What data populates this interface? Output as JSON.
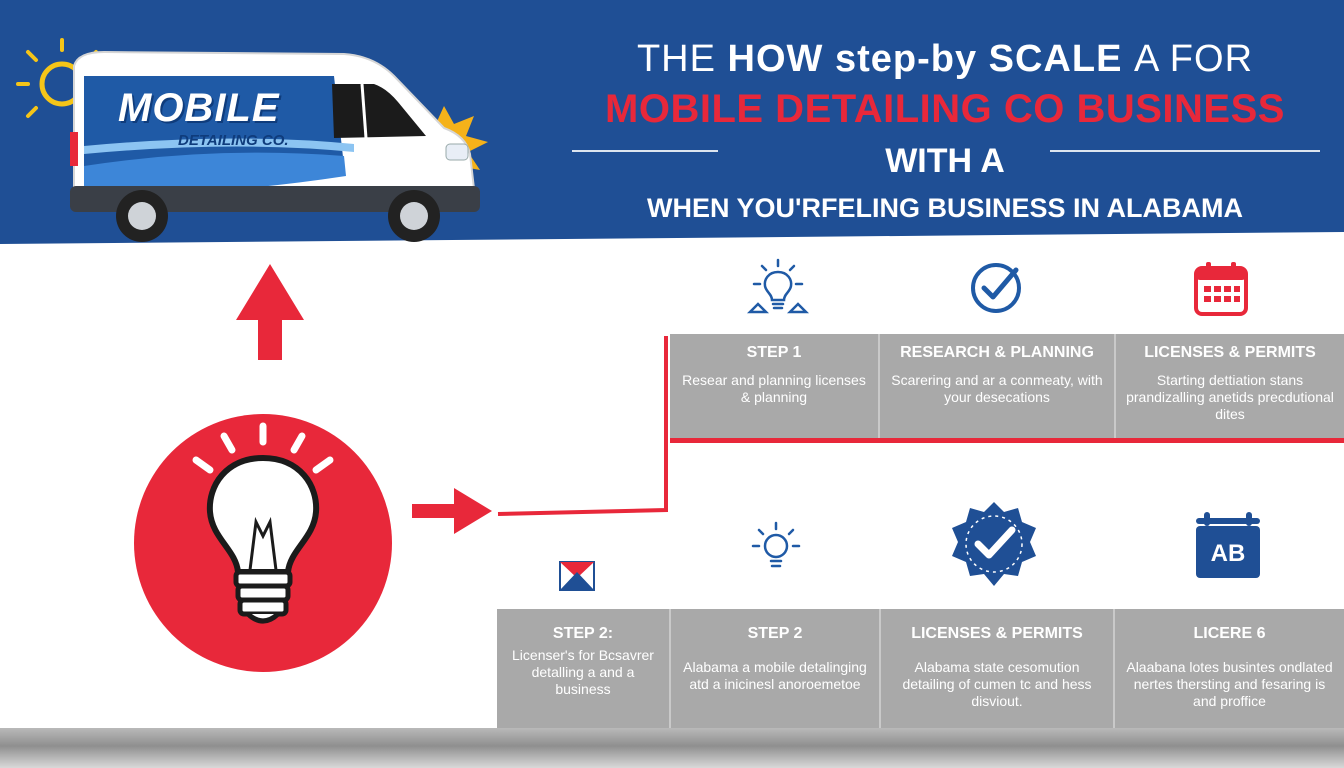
{
  "colors": {
    "banner_blue": "#1f4f95",
    "accent_red": "#e8283a",
    "card_gray": "#a9a9a9",
    "icon_blue": "#1f5aa6"
  },
  "headline": {
    "line1_a": "THE",
    "line1_b": "HOW step-by SCALE",
    "line1_c": "A FOR",
    "line2": "MOBILE DETAILING CO BUSINESS",
    "line3": "WITH A",
    "line4": "WHEN YOU'RFELING BUSINESS IN ALABAMA"
  },
  "van": {
    "logo_main": "MOBILE",
    "logo_sub": "DETAILING CO."
  },
  "icons": {
    "top_row": [
      "lightbulb-idea-icon",
      "checkmark-circle-icon",
      "calendar-icon"
    ],
    "bottom_row": [
      "envelope-icon",
      "sun-bulb-icon",
      "verified-badge-icon",
      "ab-calendar-icon"
    ],
    "main": "lightbulb-icon"
  },
  "top_cards": [
    {
      "title": "STEP 1",
      "text": "Resear and planning licenses & planning"
    },
    {
      "title": "RESEARCH & PLANNING",
      "text": "Scarering and ar a conmeaty, with your desecations"
    },
    {
      "title": "LICENSES & PERMITS",
      "text": "Starting dettiation stans prandizalling anetids precdutional dites"
    }
  ],
  "bottom_cards": [
    {
      "title": "STEP 2:",
      "text": "Licenser's for Bcsavrer detalling a and a business"
    },
    {
      "title": "STEP 2",
      "text": "Alabama a mobile detalinging atd a inicinesl anoroemetoe"
    },
    {
      "title": "LICENSES & PERMITS",
      "text": "Alabama state cesomution detailing of cumen tc and hess disviout."
    },
    {
      "title": "LICERE 6",
      "text": "Alaabana lotes busintes ondlated nertes thersting and fesaring is and proffice"
    }
  ],
  "ab_badge": "AB"
}
